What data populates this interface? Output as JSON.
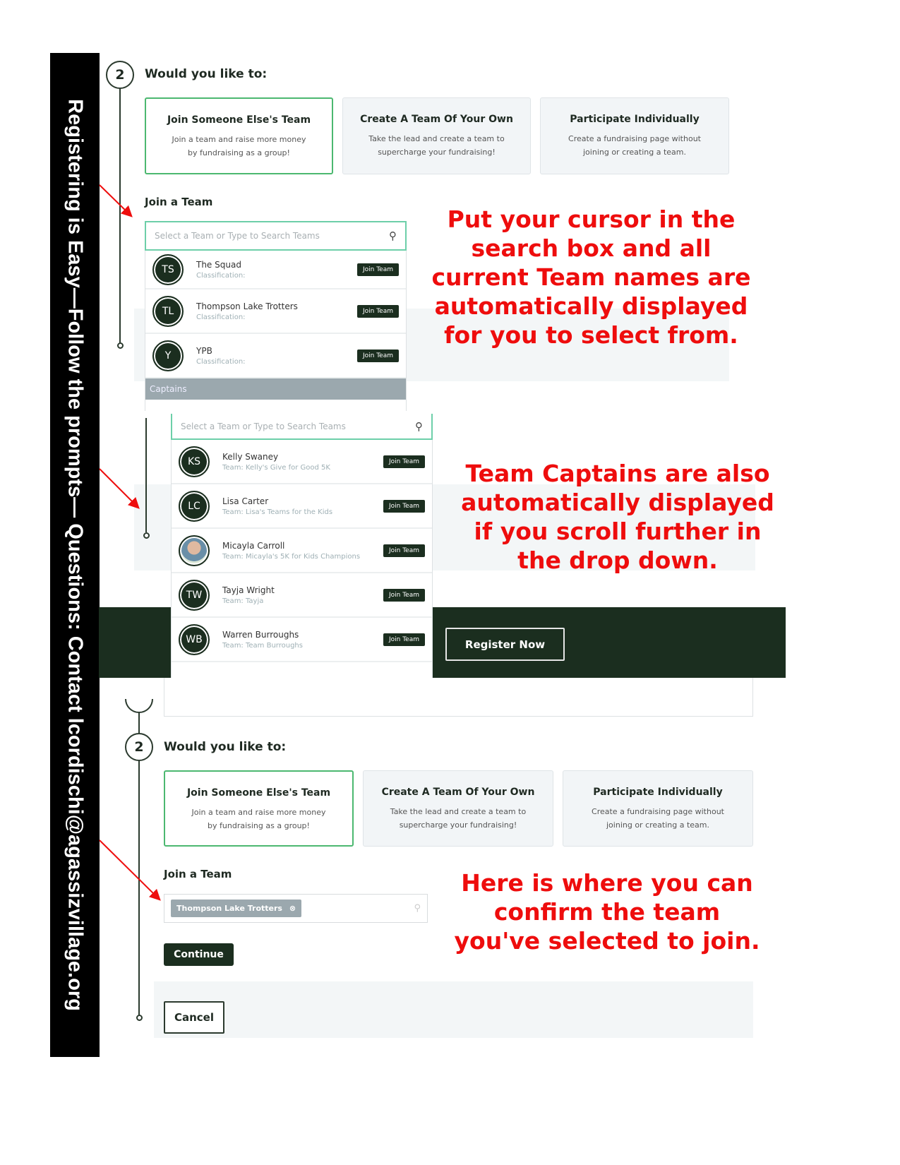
{
  "sidebar_text": "Registering is Easy—Follow the prompts— Questions: Contact lcordischi@agassizvillage.org",
  "step_number": "2",
  "question": "Would you like to:",
  "options": [
    {
      "title": "Join Someone Else's Team",
      "desc": "Join a team and raise more money by fundraising as a group!"
    },
    {
      "title": "Create A Team Of Your Own",
      "desc": "Take the lead and create a team to supercharge your fundraising!"
    },
    {
      "title": "Participate Individually",
      "desc": "Create a fundraising page without joining or creating a team."
    }
  ],
  "join_label": "Join a Team",
  "search_placeholder": "Select a Team or Type to Search Teams",
  "join_button": "Join Team",
  "teams": [
    {
      "initials": "TS",
      "name": "The Squad",
      "sub": "Classification:"
    },
    {
      "initials": "TL",
      "name": "Thompson Lake Trotters",
      "sub": "Classification:"
    },
    {
      "initials": "Y",
      "name": "YPB",
      "sub": "Classification:"
    }
  ],
  "captains_header": "Captains",
  "captains": [
    {
      "initials": "KS",
      "name": "Kelly Swaney",
      "sub": "Team: Kelly's Give for Good 5K"
    },
    {
      "initials": "LC",
      "name": "Lisa Carter",
      "sub": "Team: Lisa's Teams for the Kids"
    },
    {
      "initials": "",
      "name": "Micayla Carroll",
      "sub": "Team: Micayla's 5K for Kids Champions"
    },
    {
      "initials": "TW",
      "name": "Tayja Wright",
      "sub": "Team: Tayja"
    },
    {
      "initials": "WB",
      "name": "Warren Burroughs",
      "sub": "Team: Team Burroughs"
    }
  ],
  "register_now": "Register Now",
  "selected_team": "Thompson Lake Trotters",
  "continue": "Continue",
  "cancel": "Cancel",
  "notes": [
    "Put your cursor in the search box and all current Team names are automatically displayed for you to select from.",
    "Team Captains are also automatically displayed if you scroll further in the drop down.",
    "Here is where you can confirm the team you've selected to join."
  ],
  "colors": {
    "accent_red": "#ee0d0d",
    "dark_green": "#1b2e1f",
    "selected_green": "#4cb870"
  }
}
